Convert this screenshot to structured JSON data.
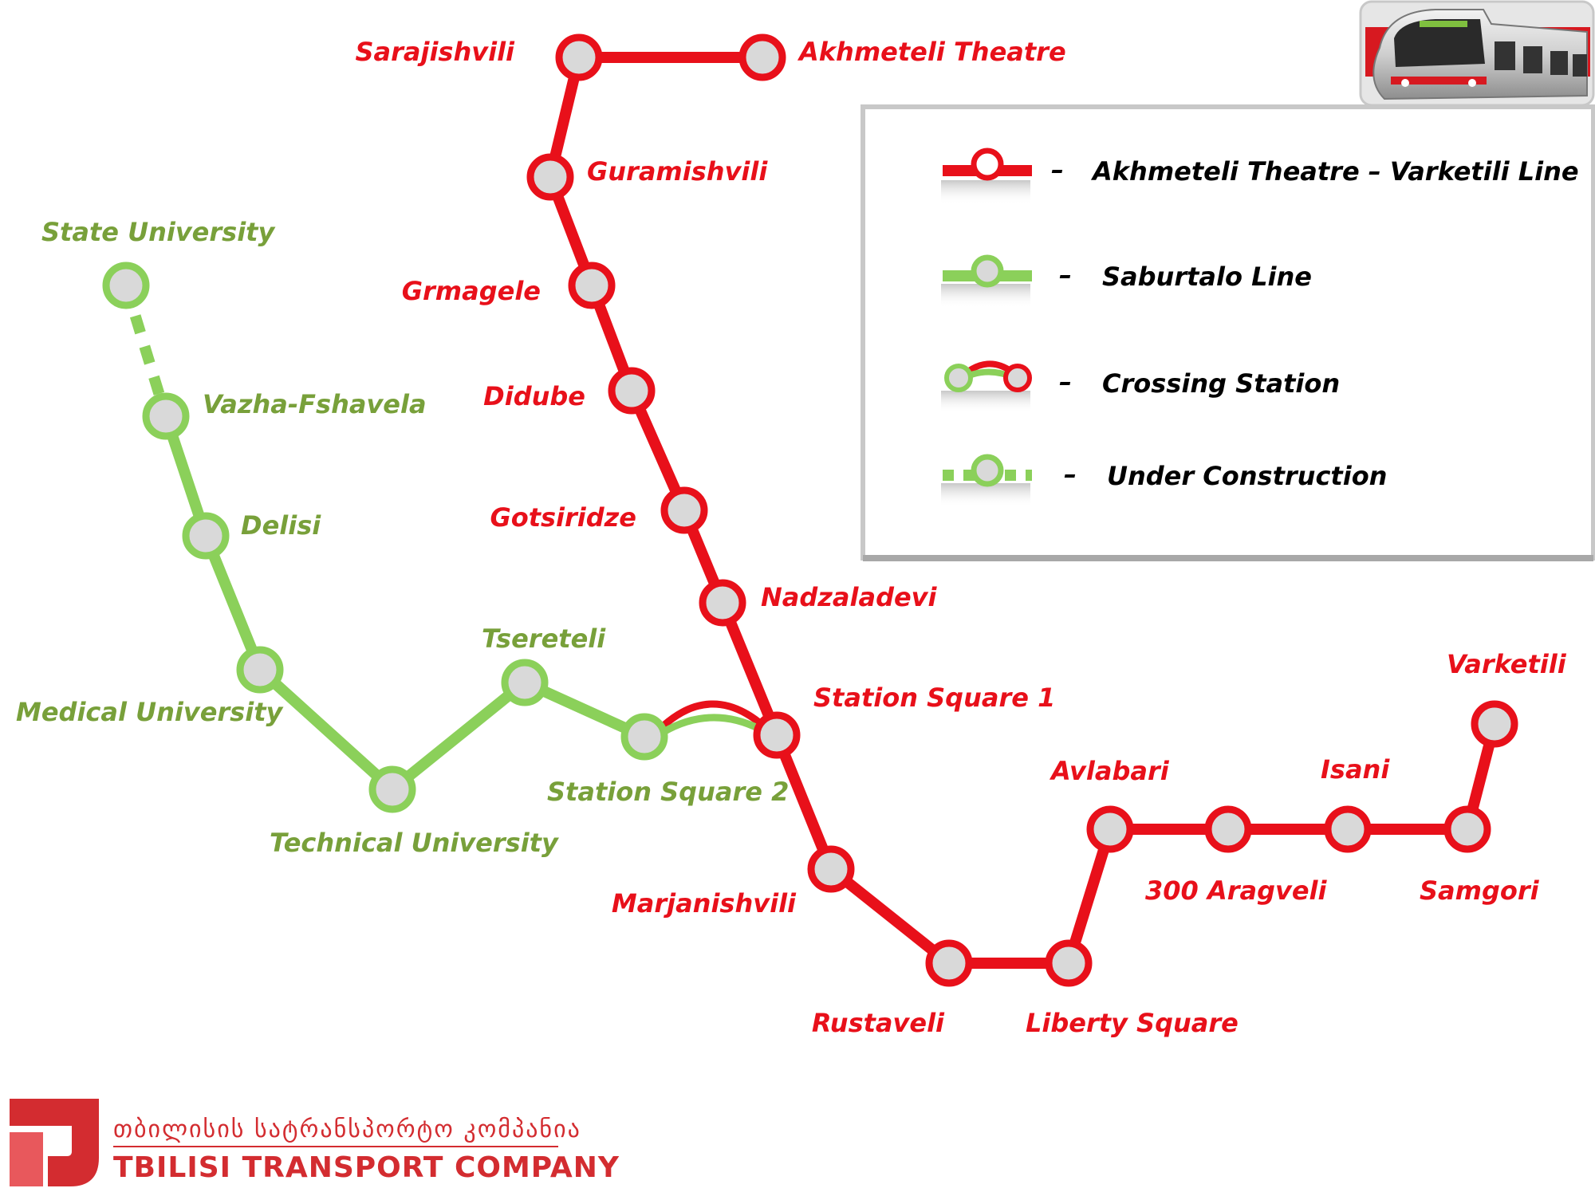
{
  "colors": {
    "red_line": "#e8101a",
    "green_line": "#8bd05a",
    "red_text": "#e8101a",
    "green_text": "#78a03a",
    "station_fill": "#d9d9d9",
    "legend_border": "#bfbfbf",
    "logo_red": "#d32c30"
  },
  "red_line": {
    "name": "Akhmeteli Theatre – Varketili Line",
    "stations": [
      {
        "id": "akhmeteli",
        "label": "Akhmeteli Theatre"
      },
      {
        "id": "sarajishvili",
        "label": "Sarajishvili"
      },
      {
        "id": "guramishvili",
        "label": "Guramishvili"
      },
      {
        "id": "grmagele",
        "label": "Grmagele"
      },
      {
        "id": "didube",
        "label": "Didube"
      },
      {
        "id": "gotsiridze",
        "label": "Gotsiridze"
      },
      {
        "id": "nadzaladevi",
        "label": "Nadzaladevi"
      },
      {
        "id": "station_square_1",
        "label": "Station Square 1"
      },
      {
        "id": "marjanishvili",
        "label": "Marjanishvili"
      },
      {
        "id": "rustaveli",
        "label": "Rustaveli"
      },
      {
        "id": "liberty_square",
        "label": "Liberty Square"
      },
      {
        "id": "avlabari",
        "label": "Avlabari"
      },
      {
        "id": "aragveli",
        "label": "300 Aragveli"
      },
      {
        "id": "isani",
        "label": "Isani"
      },
      {
        "id": "samgori",
        "label": "Samgori"
      },
      {
        "id": "varketili",
        "label": "Varketili"
      }
    ]
  },
  "green_line": {
    "name": "Saburtalo Line",
    "stations": [
      {
        "id": "state_university",
        "label": "State University"
      },
      {
        "id": "vazha",
        "label": "Vazha-Fshavela"
      },
      {
        "id": "delisi",
        "label": "Delisi"
      },
      {
        "id": "medical_university",
        "label": "Medical University"
      },
      {
        "id": "technical_university",
        "label": "Technical University"
      },
      {
        "id": "tsereteli",
        "label": "Tsereteli"
      },
      {
        "id": "station_square_2",
        "label": "Station Square 2"
      }
    ]
  },
  "legend": {
    "items": [
      {
        "symbol": "red-line",
        "dash": "–",
        "label": "Akhmeteli Theatre – Varketili Line"
      },
      {
        "symbol": "green-line",
        "dash": "–",
        "label": "Saburtalo Line"
      },
      {
        "symbol": "crossing",
        "dash": "–",
        "label": "Crossing Station"
      },
      {
        "symbol": "construction",
        "dash": "–",
        "label": "Under Construction"
      }
    ]
  },
  "logo": {
    "georgian": "თბილისის სატრანსპორტო კომპანია",
    "english": "TBILISI TRANSPORT COMPANY"
  }
}
